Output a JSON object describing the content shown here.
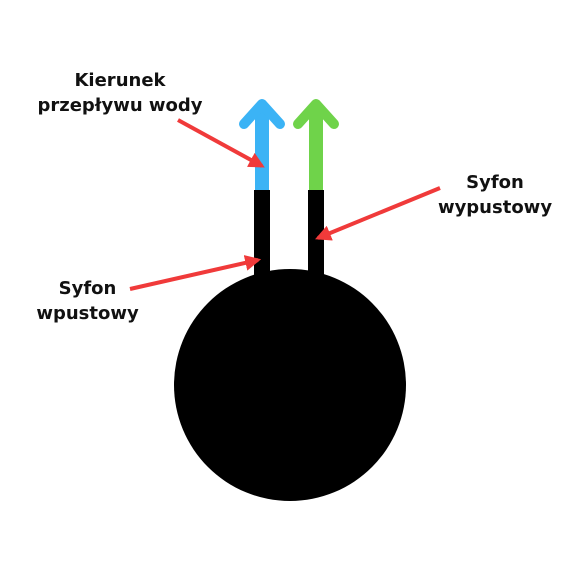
{
  "labels": {
    "flow_direction": [
      "Kierunek",
      "przepływu wody"
    ],
    "outlet_siphon": [
      "Syfon",
      "wypustowy"
    ],
    "inlet_siphon": [
      "Syfon",
      "wpustowy"
    ]
  },
  "colors": {
    "body": "#000000",
    "inlet_arrow": "#3bb3f5",
    "outlet_arrow": "#6fd34a",
    "pointer": "#f03a3a",
    "text": "#111111",
    "background": "#ffffff"
  },
  "icons": {
    "inlet_arrow": "arrow-up-icon",
    "outlet_arrow": "arrow-up-icon",
    "pointers": "arrow-right-icon"
  }
}
